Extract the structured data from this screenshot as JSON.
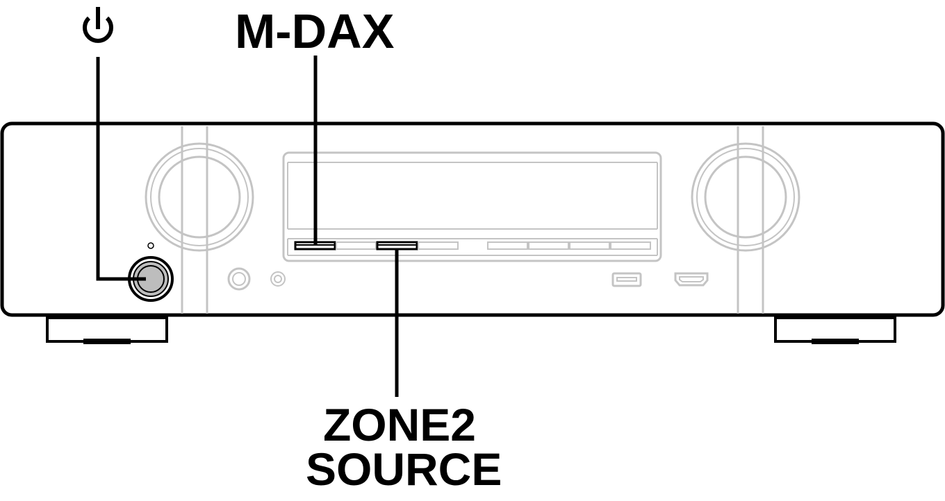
{
  "callouts": {
    "power": {
      "label": ""
    },
    "mdax": {
      "label": "M-DAX"
    },
    "zone2_source": {
      "line1": "ZONE2",
      "line2": "SOURCE"
    }
  },
  "colors": {
    "outline": "#000000",
    "detail": "#c4c4c4",
    "power_knob": "#bdbdbd"
  },
  "icons": {
    "power": "power-symbol-icon",
    "usb": "usb-port-icon",
    "hdmi": "hdmi-port-icon"
  }
}
